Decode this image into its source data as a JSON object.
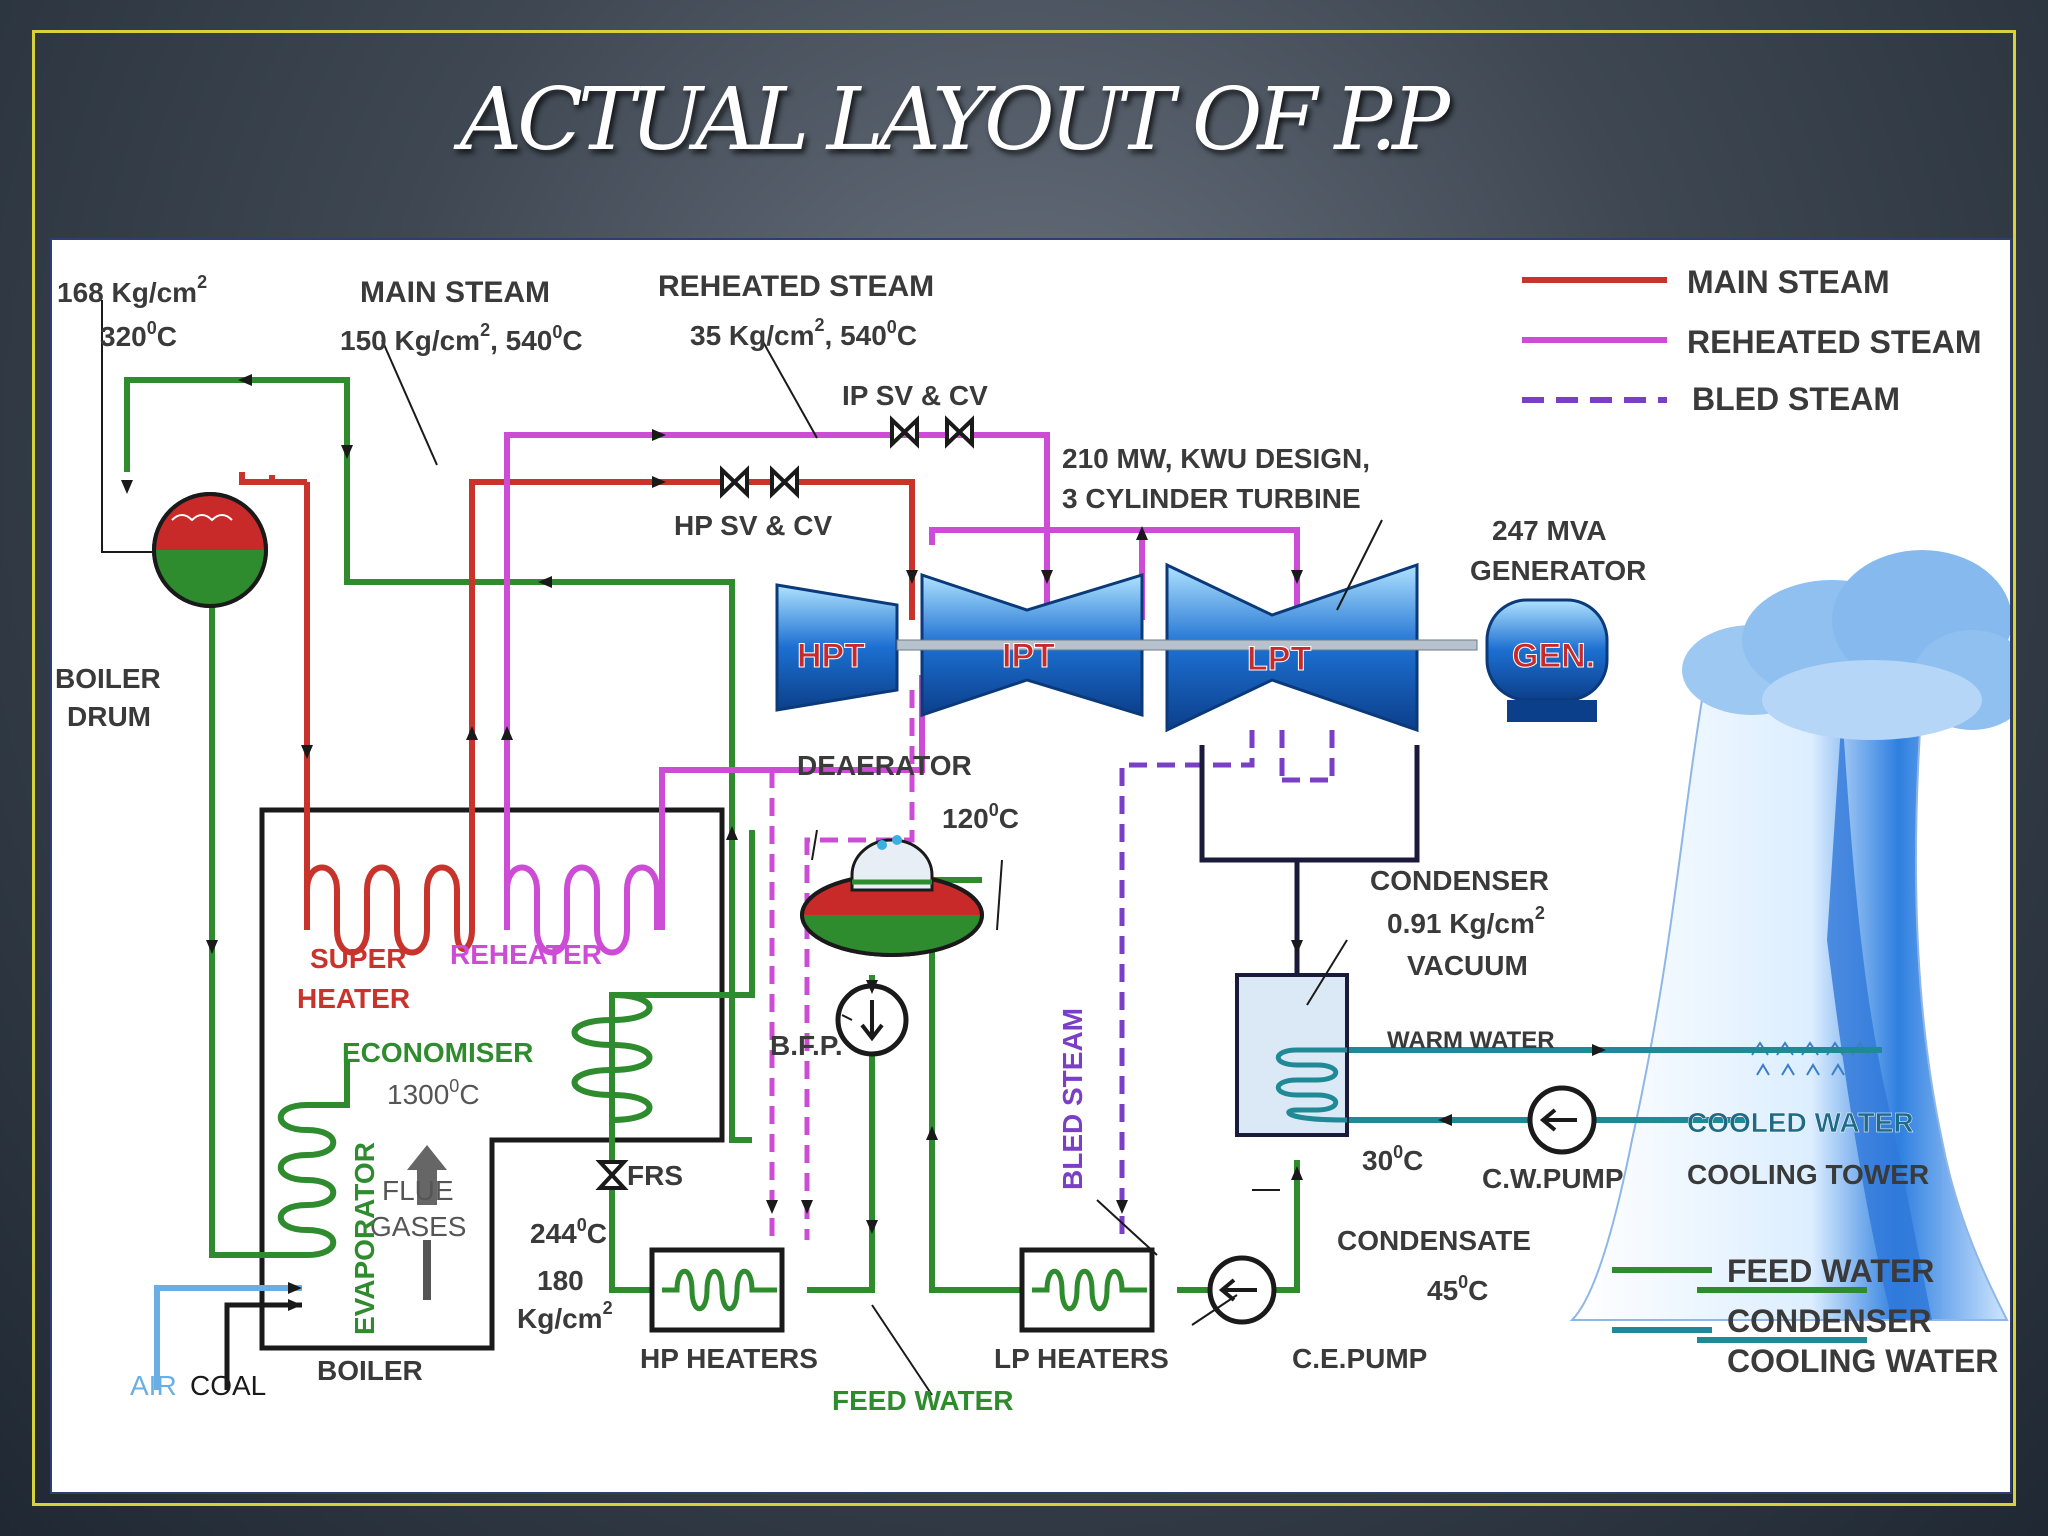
{
  "title": "ACTUAL LAYOUT OF P.P",
  "colors": {
    "main_steam": "#c8342c",
    "reheated_steam": "#cc4cd6",
    "bled_steam": "#7a3fc4",
    "feed_water": "#2e8b2e",
    "cooling_water": "#1f8a96",
    "equipment_blue": "#1c6fd1",
    "outline": "#1a1a3a"
  },
  "legend": {
    "main_steam": "MAIN STEAM",
    "reheated_steam": "REHEATED STEAM",
    "bled_steam": "BLED STEAM",
    "feed_water": "FEED WATER",
    "cooling_water_1": "CONDENSER",
    "cooling_water_2": "COOLING WATER"
  },
  "labels": {
    "drum_pressure": "168 Kg/cm",
    "drum_pressure_sup": "2",
    "drum_temp": "320",
    "drum_temp_deg": "0",
    "drum_temp_unit": "C",
    "main_steam_title": "MAIN STEAM",
    "main_steam_cond": "150 Kg/cm",
    "main_steam_sup": "2",
    "main_steam_temp": ", 540",
    "main_steam_deg": "0",
    "main_steam_unit": "C",
    "reheated_title": "REHEATED STEAM",
    "reheated_cond": "35 Kg/cm",
    "reheated_sup": "2",
    "reheated_temp": ", 540",
    "reheated_deg": "0",
    "reheated_unit": "C",
    "ip_valve": "IP SV & CV",
    "hp_valve": "HP SV & CV",
    "turbine_1": "210 MW, KWU DESIGN,",
    "turbine_2": "3 CYLINDER TURBINE",
    "generator_1": "247 MVA",
    "generator_2": "GENERATOR",
    "hpt": "HPT",
    "ipt": "IPT",
    "lpt": "LPT",
    "gen": "GEN.",
    "boiler_drum_1": "BOILER",
    "boiler_drum_2": "DRUM",
    "deaerator": "DEAERATOR",
    "deaerator_temp": "120",
    "deaerator_deg": "0",
    "deaerator_unit": "C",
    "super_1": "SUPER",
    "super_2": "HEATER",
    "reheater": "REHEATER",
    "economiser": "ECONOMISER",
    "flue_temp": "1300",
    "flue_deg": "0",
    "flue_unit": "C",
    "flue_1": "FLUE",
    "flue_2": "GASES",
    "evaporator": "EVAPORATOR",
    "frs": "FRS",
    "bfp": "B.F.P.",
    "bled_steam_vertical": "BLED STEAM",
    "condenser": "CONDENSER",
    "condenser_vac": "0.91 Kg/cm",
    "condenser_sup": "2",
    "vacuum": "VACUUM",
    "warm_water": "WARM WATER",
    "cooled_water": "COOLED WATER",
    "cw_temp": "30",
    "cw_deg": "0",
    "cw_unit": "C",
    "cw_pump": "C.W.PUMP",
    "cooling_tower": "COOLING TOWER",
    "fw_temp": "244",
    "fw_deg": "0",
    "fw_unit": "C",
    "fw_pressure": "180",
    "fw_pressure_unit": "Kg/cm",
    "fw_pressure_sup": "2",
    "hp_heaters": "HP HEATERS",
    "lp_heaters": "LP HEATERS",
    "condensate": "CONDENSATE",
    "condensate_temp": "45",
    "condensate_deg": "0",
    "condensate_unit": "C",
    "ce_pump": "C.E.PUMP",
    "feed_water": "FEED WATER",
    "air": "AIR",
    "coal": "COAL",
    "boiler": "BOILER"
  }
}
